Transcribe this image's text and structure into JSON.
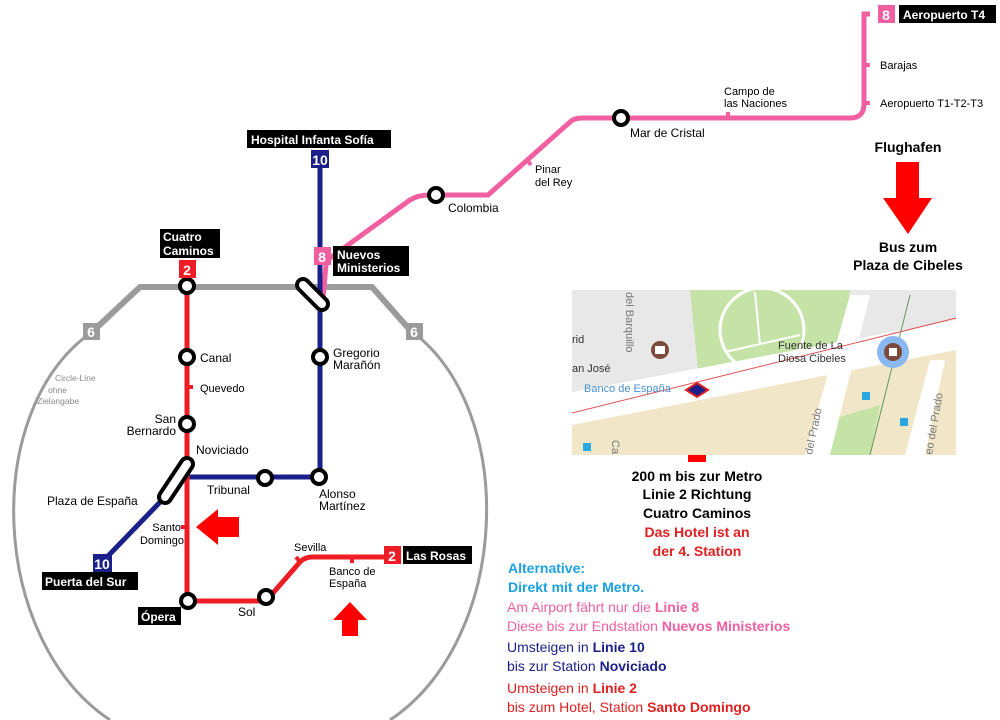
{
  "colors": {
    "line8": "#f05fa0",
    "line10": "#1b1f8a",
    "line2": "#ee1c25",
    "line6": "#9b9b9b",
    "arrow": "#ff0000",
    "alt_blue": "#1ba1e2"
  },
  "lines": {
    "l8": "8",
    "l10": "10",
    "l2": "2",
    "l6": "6"
  },
  "terminals": {
    "hospital": "Hospital Infanta Sofía",
    "cuatro1": "Cuatro",
    "cuatro2": "Caminos",
    "nuevos1": "Nuevos",
    "nuevos2": "Ministerios",
    "puerta": "Puerta del Sur",
    "opera": "Ópera",
    "rosas": "Las Rosas",
    "t4": "Aeropuerto T4"
  },
  "stations": {
    "barajas": "Barajas",
    "t123": "Aeropuerto T1-T2-T3",
    "campo1": "Campo de",
    "campo2": "las Naciones",
    "mar": "Mar de Cristal",
    "pinar1": "Pinar",
    "pinar2": "del Rey",
    "colombia": "Colombia",
    "canal": "Canal",
    "quevedo": "Quevedo",
    "gregorio1": "Gregorio",
    "gregorio2": "Marañón",
    "sanb1": "San",
    "sanb2": "Bernardo",
    "noviciado": "Noviciado",
    "plaza": "Plaza de España",
    "tribunal": "Tribunal",
    "alonso1": "Alonso",
    "alonso2": "Martínez",
    "santo1": "Santo",
    "santo2": "Domingo",
    "sevilla": "Sevilla",
    "banco1": "Banco de",
    "banco2": "España",
    "sol": "Sol",
    "circle1": "Circle-Line",
    "circle2": "ohne",
    "circle3": "Zielangabe"
  },
  "airport": {
    "title": "Flughafen",
    "bus1": "Bus zum",
    "bus2": "Plaza de Cibeles"
  },
  "map": {
    "barquillo": "del Barquillo",
    "rid": "rid",
    "jose": "an José",
    "banco": "Banco de España",
    "fuente1": "Fuente de La",
    "fuente2": "Diosa Cibeles",
    "prado1": "del Prado",
    "prado2": "eo del Prado",
    "ca": "Ca"
  },
  "directions": {
    "l1": "200 m bis zur Metro",
    "l2": "Linie 2 Richtung",
    "l3": "Cuatro Caminos",
    "l4": "Das Hotel ist an",
    "l5": "der 4. Station"
  },
  "alternative": {
    "a1": "Alternative:",
    "a2": "Direkt mit der Metro.",
    "p1a": "Am Airport fährt nur die ",
    "p1b": "Linie 8",
    "p2a": "Diese bis zur Endstation ",
    "p2b": "Nuevos Ministerios",
    "b1a": "Umsteigen in ",
    "b1b": "Linie 10",
    "b2a": "bis zur Station ",
    "b2b": "Noviciado",
    "r1a": "Umsteigen in ",
    "r1b": "Linie 2",
    "r2a": "bis zum Hotel, Station ",
    "r2b": "Santo Domingo"
  }
}
